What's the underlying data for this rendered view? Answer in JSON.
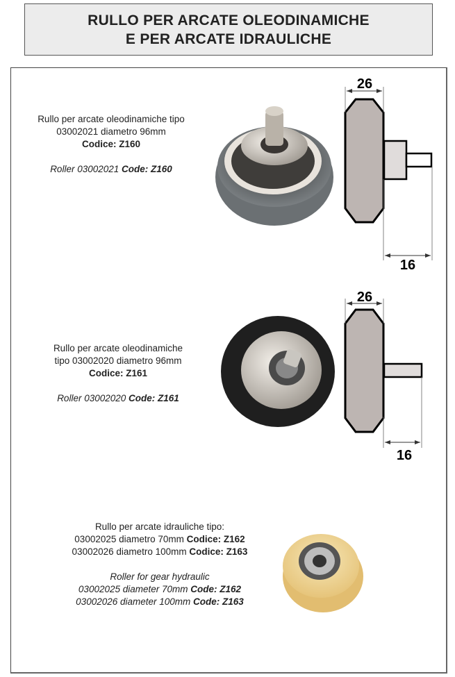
{
  "title": {
    "line1": "RULLO PER ARCATE OLEODINAMICHE",
    "line2": "E PER ARCATE IDRAULICHE"
  },
  "products": [
    {
      "it_line1": "Rullo per arcate oleodinamiche tipo",
      "it_line2": "03002021 diametro 96mm",
      "code_label": "Codice: Z160",
      "en_text": "Roller 03002021 ",
      "en_code": "Code: Z160",
      "dim_width": "26",
      "dim_shaft": "16"
    },
    {
      "it_line1": "Rullo per arcate oleodinamiche",
      "it_line2": "tipo 03002020 diametro 96mm",
      "code_label": "Codice: Z161",
      "en_text": "Roller 03002020 ",
      "en_code": "Code: Z161",
      "dim_width": "26",
      "dim_shaft": "16"
    },
    {
      "it_line1": "Rullo per arcate idrauliche tipo:",
      "it_line2a": "03002025 diametro 70mm ",
      "it_code2": "Codice: Z162",
      "it_line3a": "03002026 diametro 100mm ",
      "it_code3": "Codice: Z163",
      "en_line1": "Roller for gear hydraulic",
      "en_line2a": "03002025 diameter 70mm ",
      "en_code2": "Code: Z162",
      "en_line3a": "03002026 diameter 100mm ",
      "en_code3": "Code: Z163"
    }
  ]
}
